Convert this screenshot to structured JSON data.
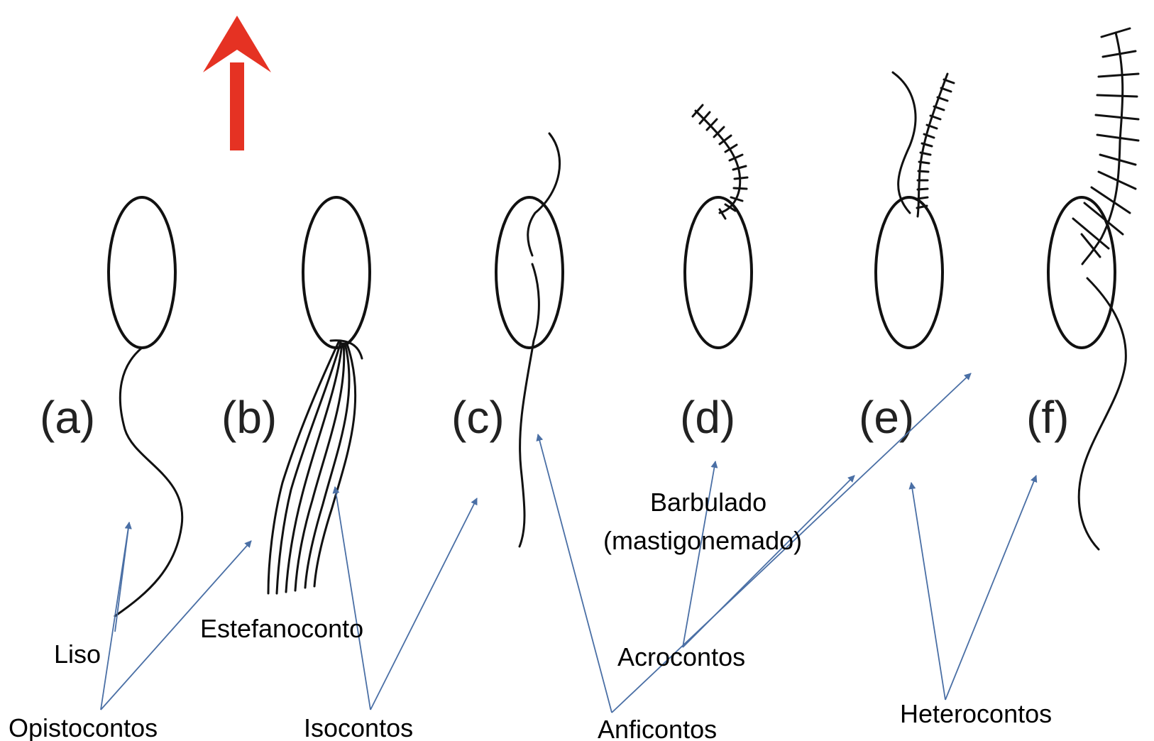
{
  "diagram": {
    "panels": [
      {
        "id": "a",
        "letter": "(a)"
      },
      {
        "id": "b",
        "letter": "(b)"
      },
      {
        "id": "c",
        "letter": "(c)"
      },
      {
        "id": "d",
        "letter": "(d)"
      },
      {
        "id": "e",
        "letter": "(e)"
      },
      {
        "id": "f",
        "letter": "(f)"
      }
    ],
    "labels": {
      "liso": "Liso",
      "estefanoconto": "Estefanoconto",
      "barbulado_1": "Barbulado",
      "barbulado_2": "(mastigonemado)",
      "acrocontos": "Acrocontos",
      "opistocontos": "Opistocontos",
      "isocontos": "Isocontos",
      "anficontos": "Anficontos",
      "heterocontos": "Heterocontos"
    },
    "colors": {
      "direction_arrow": "#e53223",
      "pointer": "#4a6fa5",
      "stroke": "#111111"
    },
    "icons": {
      "direction": "arrow-up-icon"
    }
  }
}
